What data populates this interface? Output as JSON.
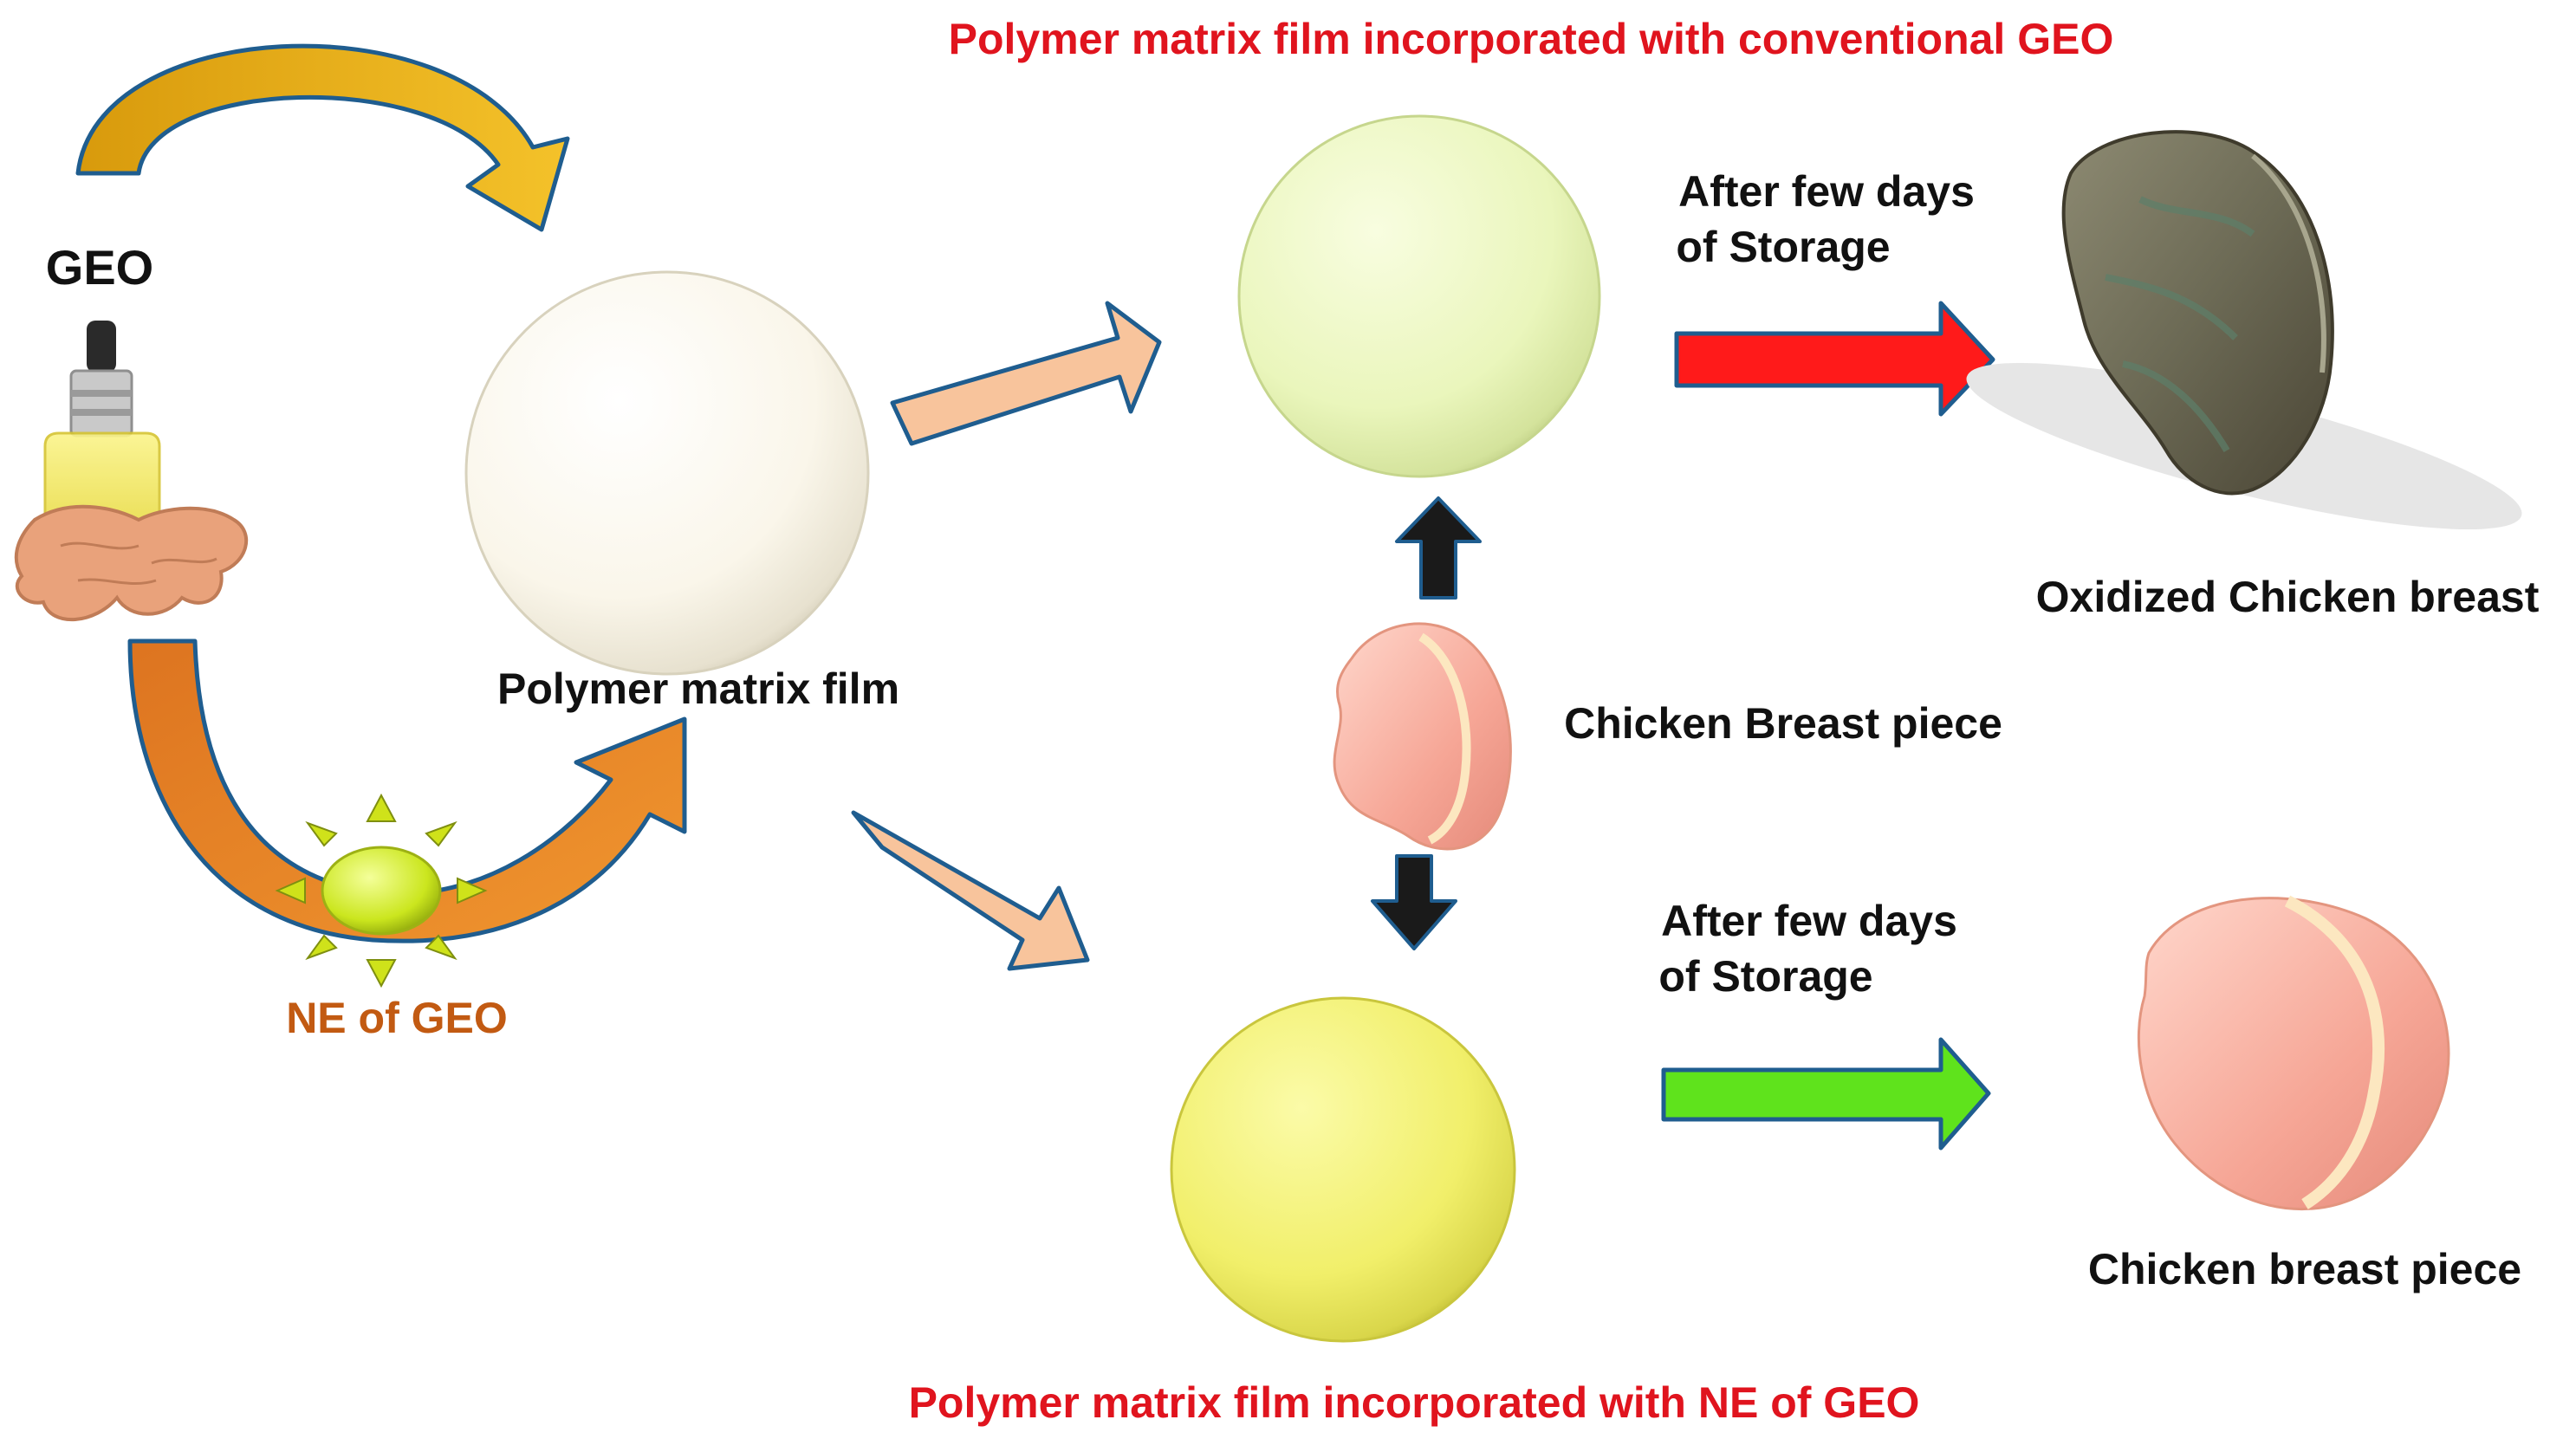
{
  "labels": {
    "geo": "GEO",
    "ne_of_geo": "NE of GEO",
    "polymer_film": "Polymer matrix film",
    "top_title": "Polymer matrix film incorporated with conventional GEO",
    "bottom_title": "Polymer matrix film incorporated with NE of GEO",
    "storage_top_line1": "After few days",
    "storage_top_line2": "of Storage",
    "storage_bottom_line1": "After few days",
    "storage_bottom_line2": "of Storage",
    "chicken_piece": "Chicken Breast piece",
    "oxidized": "Oxidized Chicken breast",
    "fresh": "Chicken breast piece"
  },
  "colors": {
    "title_red": "#e0141e",
    "ne_label_orange": "#c25a12",
    "film_plain": "#fbf8ee",
    "film_conventional_geo": "#eef7c2",
    "film_ne_geo": "#f3f27a",
    "arrow_curve_gold": "#e7a611",
    "arrow_curve_orange": "#e8822b",
    "arrow_peach": "#f8c49c",
    "arrow_outline_blue": "#1f5d8f",
    "arrow_red": "#ff1a1a",
    "arrow_green": "#5fe31c",
    "arrow_dark": "#1a1a1a"
  },
  "icons": {
    "dropper_bottle": "essential-oil-dropper-icon",
    "ginger_root": "ginger-root-icon",
    "nanoemulsion": "nanoemulsion-sun-icon",
    "raw_chicken": "raw-chicken-breast-icon",
    "oxidized_chicken": "oxidized-chicken-breast-icon"
  }
}
